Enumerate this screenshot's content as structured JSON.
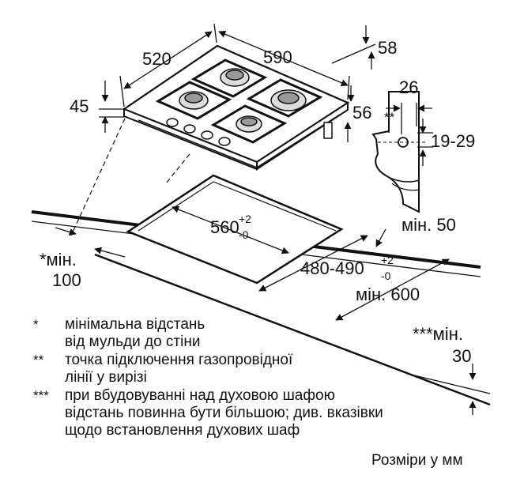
{
  "dimensions": {
    "hob_depth": "520",
    "hob_width": "590",
    "hob_height": "45",
    "top_offset": "58",
    "side_offset": "56",
    "bracket_width": "26",
    "bracket_marker": "**",
    "gas_height": "19-29",
    "cutout_width": "560",
    "cutout_width_tol_top": "+2",
    "cutout_width_tol_bottom": "-0",
    "cutout_depth": "480-490",
    "cutout_depth_tol_top": "+2",
    "cutout_depth_tol_bottom": "-0",
    "min_front": "мін. 50",
    "min_wall_line1": "*мін.",
    "min_wall_line2": "100",
    "min_counter": "мін. 600",
    "min_oven_line1": "***мін.",
    "min_oven_line2": "30"
  },
  "notes": [
    {
      "marker": "*",
      "lines": [
        "мінімальна відстань",
        "від мульди до стіни"
      ]
    },
    {
      "marker": "**",
      "lines": [
        "точка підключення газопровідної",
        "лінії у вирізі"
      ]
    },
    {
      "marker": "***",
      "lines": [
        "при вбудовуванні над духовою шафою",
        "відстань повинна бути більшою; див. вказівки",
        "щодо встановлення духових шаф"
      ]
    }
  ],
  "units_label": "Розміри у мм"
}
